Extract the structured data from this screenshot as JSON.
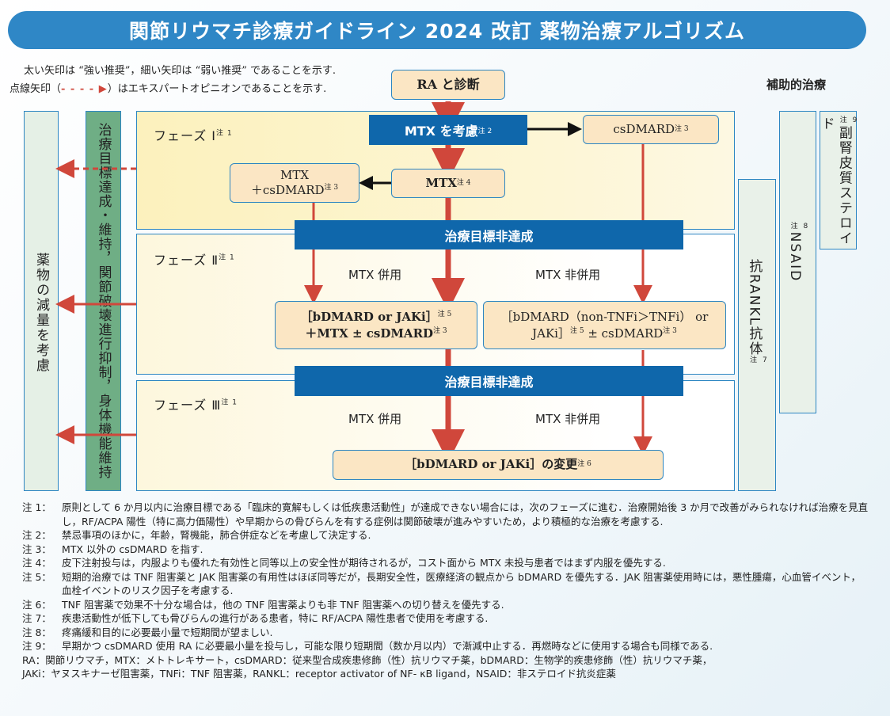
{
  "title": "関節リウマチ診療ガイドライン 2024 改訂 薬物治療アルゴリズム",
  "legend": {
    "line1": "太い矢印は “強い推奨”，細い矢印は “弱い推奨” であることを示す.",
    "line2_prefix": "点線矢印（",
    "line2_dash": "- - - - ▶",
    "line2_suffix": "）はエキスパートオピニオンであることを示す."
  },
  "supportive_label": "補助的治療",
  "phases": {
    "p1": {
      "label": "フェーズ Ⅰ",
      "note": "注 1"
    },
    "p2": {
      "label": "フェーズ Ⅱ",
      "note": "注 1"
    },
    "p3": {
      "label": "フェーズ Ⅲ",
      "note": "注 1"
    }
  },
  "side": {
    "reduce": "薬物の減量を考慮",
    "goal": "治療目標達成・維持，関節破壊進行抑制，身体機能維持"
  },
  "aux": {
    "rankl": "抗RANKL抗体",
    "rankl_note": "注 7",
    "nsaid": "NSAID",
    "nsaid_note": "注 8",
    "steroid": "副腎皮質ステロイド",
    "steroid_note": "注 9"
  },
  "boxes": {
    "ra": "RA と診断",
    "mtx_consider": "MTX を考慮",
    "mtx_consider_note": "注 2",
    "csdmard": "csDMARD",
    "csdmard_note": "注 3",
    "mtx": "MTX",
    "mtx_note": "注 4",
    "mtx_cs_line1": "MTX",
    "mtx_cs_line2": "＋csDMARD",
    "mtx_cs_note": "注 3",
    "unmet": "治療目標非達成",
    "mtx_with": "MTX 併用",
    "mtx_without": "MTX 非併用",
    "p2_left_line1": "［bDMARD or JAKi］",
    "p2_left_note1": "注 5",
    "p2_left_line2": "＋MTX ± csDMARD",
    "p2_left_note2": "注 3",
    "p2_right_line1": "［bDMARD（non-TNFi＞TNFi） or",
    "p2_right_line2a": "JAKi］",
    "p2_right_note1": "注 5",
    "p2_right_line2b": " ± csDMARD",
    "p2_right_note2": "注 3",
    "p3_box": "［bDMARD or JAKi］の変更",
    "p3_note": "注 6"
  },
  "notes": [
    {
      "key": "注 1：",
      "text": "原則として 6 か月以内に治療目標である「臨床的寛解もしくは低疾患活動性」が達成できない場合には，次のフェーズに進む．治療開始後 3 か月で改善がみられなければ治療を見直し，RF/ACPA 陽性（特に高力価陽性）や早期からの骨びらんを有する症例は関節破壊が進みやすいため，より積極的な治療を考慮する."
    },
    {
      "key": "注 2：",
      "text": "禁忌事項のほかに，年齢，腎機能，肺合併症などを考慮して決定する."
    },
    {
      "key": "注 3：",
      "text": "MTX 以外の csDMARD を指す."
    },
    {
      "key": "注 4：",
      "text": "皮下注射投与は，内服よりも優れた有効性と同等以上の安全性が期待されるが，コスト面から MTX 未投与患者ではまず内服を優先する."
    },
    {
      "key": "注 5：",
      "text": "短期的治療では TNF 阻害薬と JAK 阻害薬の有用性はほぼ同等だが，長期安全性，医療経済の観点から bDMARD を優先する．JAK 阻害薬使用時には，悪性腫瘍，心血管イベント，血栓イベントのリスク因子を考慮する."
    },
    {
      "key": "注 6：",
      "text": "TNF 阻害薬で効果不十分な場合は，他の TNF 阻害薬よりも非 TNF 阻害薬への切り替えを優先する."
    },
    {
      "key": "注 7：",
      "text": "疾患活動性が低下しても骨びらんの進行がある患者，特に RF/ACPA 陽性患者で使用を考慮する."
    },
    {
      "key": "注 8：",
      "text": "疼痛緩和目的に必要最小量で短期間が望ましい."
    },
    {
      "key": "注 9：",
      "text": "早期かつ csDMARD 使用 RA に必要最小量を投与し，可能な限り短期間（数か月以内）で漸減中止する．再燃時などに使用する場合も同様である."
    }
  ],
  "abbreviations": {
    "line1": "RA：関節リウマチ，MTX：メトトレキサート，csDMARD：従来型合成疾患修飾（性）抗リウマチ薬，bDMARD：生物学的疾患修飾（性）抗リウマチ薬，",
    "line2": "JAKi：ヤヌスキナーゼ阻害薬，TNFi：TNF 阻害薬，RANKL：receptor activator of NF- κB ligand，NSAID：非ステロイド抗炎症薬"
  },
  "colors": {
    "title_bar": "#2f87c6",
    "dark_box": "#0f67ab",
    "cream_box": "#fbe6c4",
    "border": "#2d86c2",
    "arrow_red": "#d0473b",
    "green_column": "#6fae85"
  }
}
